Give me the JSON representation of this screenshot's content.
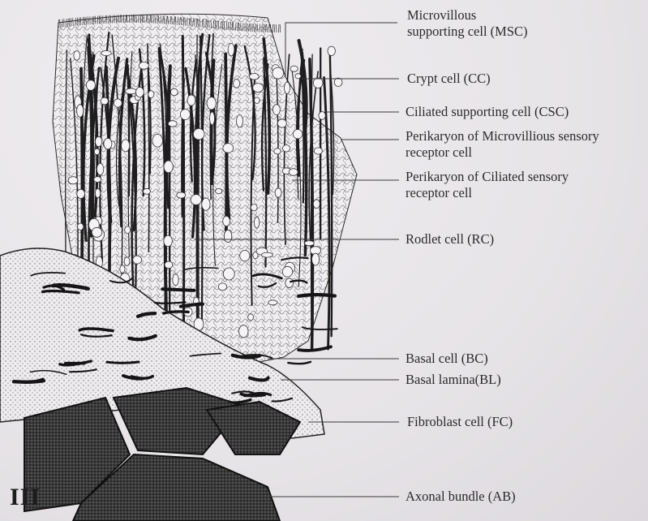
{
  "figure": {
    "plate_label": "III",
    "labels": [
      {
        "id": "msc",
        "line1": "Microvillous",
        "line2": "supporting cell (MSC)"
      },
      {
        "id": "cc",
        "line1": "Crypt cell (CC)"
      },
      {
        "id": "csc",
        "line1": "Ciliated supporting cell (CSC)"
      },
      {
        "id": "pmsrc",
        "line1": "Perikaryon of Microvillious sensory",
        "line2": "receptor cell"
      },
      {
        "id": "pcsrc",
        "line1": "Perikaryon of Ciliated sensory",
        "line2": "receptor cell"
      },
      {
        "id": "rc",
        "line1": "Rodlet cell (RC)"
      },
      {
        "id": "bc",
        "line1": "Basal cell (BC)"
      },
      {
        "id": "bl",
        "line1": "Basal lamina(BL)"
      },
      {
        "id": "fc",
        "line1": "Fibroblast cell (FC)"
      },
      {
        "id": "ab",
        "line1": "Axonal bundle (AB)"
      }
    ]
  }
}
